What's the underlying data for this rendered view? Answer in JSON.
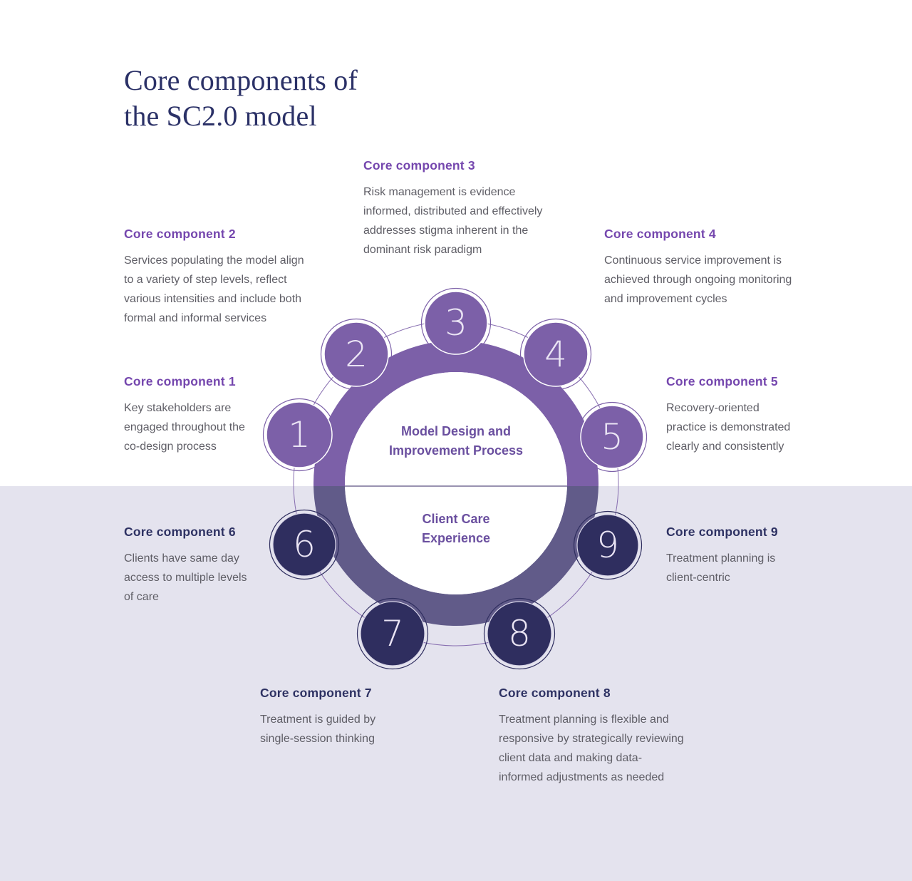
{
  "page": {
    "title_line1": "Core components of",
    "title_line2": "the SC2.0 model"
  },
  "diagram": {
    "center": {
      "top_label_line1": "Model Design and",
      "top_label_line2": "Improvement Process",
      "bottom_label_line1": "Client Care",
      "bottom_label_line2": "Experience"
    },
    "numbers": [
      {
        "value": "1"
      },
      {
        "value": "2"
      },
      {
        "value": "3"
      },
      {
        "value": "4"
      },
      {
        "value": "5"
      },
      {
        "value": "6"
      },
      {
        "value": "7"
      },
      {
        "value": "8"
      },
      {
        "value": "9"
      }
    ],
    "colors": {
      "upper_purple": "#7c60a8",
      "lower_ring_purple": "#615b89",
      "dark_navy_circle": "#2f2e5f",
      "lavender_background": "#e4e3ee",
      "heading_purple": "#7547ae",
      "heading_navy": "#2e3263",
      "center_label_purple": "#6a4f9f",
      "title_navy": "#2b3167",
      "body_gray": "#5f5e66"
    }
  },
  "components": [
    {
      "heading": "Core component 1",
      "body": "Key stakeholders are engaged throughout the co-design process"
    },
    {
      "heading": "Core component 2",
      "body": "Services populating the model align to a variety of step levels, reflect various intensities and include both formal and informal services"
    },
    {
      "heading": "Core component 3",
      "body": "Risk management is evidence informed, distributed and effectively addresses stigma inherent in the dominant risk paradigm"
    },
    {
      "heading": "Core component 4",
      "body": "Continuous service improvement is achieved through ongoing monitoring and improvement cycles"
    },
    {
      "heading": "Core component 5",
      "body": "Recovery-oriented practice is demonstrated clearly and consistently"
    },
    {
      "heading": "Core component 6",
      "body": "Clients have same day access to multiple levels of care"
    },
    {
      "heading": "Core component 7",
      "body": "Treatment is guided by single-session thinking"
    },
    {
      "heading": "Core component 8",
      "body": "Treatment planning is flexible and responsive by strategically reviewing client data and making data-informed adjustments as needed"
    },
    {
      "heading": "Core component 9",
      "body": "Treatment planning is client-centric"
    }
  ]
}
